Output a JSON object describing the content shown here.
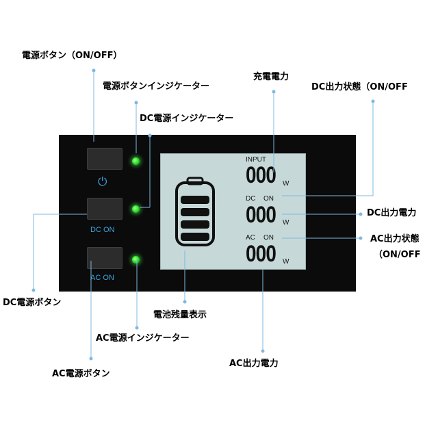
{
  "labels": {
    "power_button": "電源ボタン（ON/OFF）",
    "power_indicator": "電源ボタンインジケーター",
    "dc_power_indicator": "DC電源インジケーター",
    "charge_power": "充電電力",
    "dc_output_state": "DC出力状態（ON/OFF",
    "dc_output_power": "DC出力電力",
    "ac_output_state_1": "AC出力状態",
    "ac_output_state_2": "（ON/OFF",
    "dc_power_button": "DC電源ボタン",
    "battery_level": "電池残量表示",
    "ac_power_indicator": "AC電源インジケーター",
    "ac_output_power": "AC出力電力",
    "ac_power_button": "AC電源ボタン"
  },
  "panel": {
    "power_symbol": "⏻",
    "dc_button_text": "DC ON",
    "ac_button_text": "AC ON",
    "led_color": "#2ee62e",
    "button_text_color": "#3da2e0"
  },
  "lcd": {
    "input_label": "INPUT",
    "input_value": "000",
    "dc_label": "DC",
    "dc_state": "ON",
    "dc_value": "000",
    "ac_label": "AC",
    "ac_state": "ON",
    "ac_value": "000",
    "unit": "W",
    "background": "#c6d9d8"
  }
}
